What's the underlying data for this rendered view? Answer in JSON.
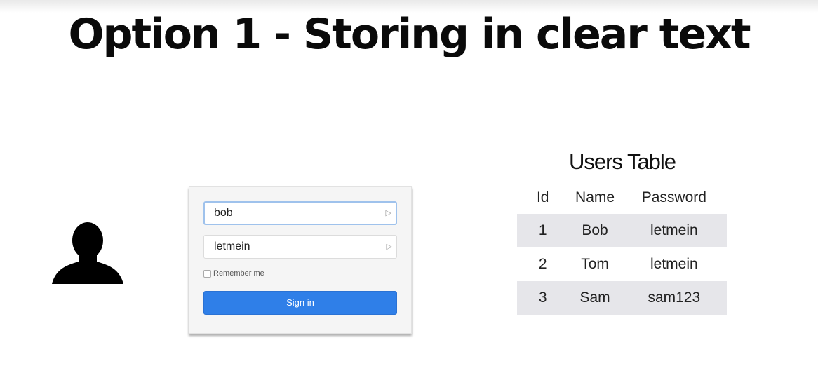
{
  "slide": {
    "title": "Option 1 - Storing in clear text"
  },
  "user_icon": "person-silhouette-icon",
  "login_form": {
    "username_value": "bob",
    "password_value": "letmein",
    "field_icon": "autofill-arrow-icon",
    "remember_label": "Remember me",
    "signin_label": "Sign in",
    "accent_color": "#2f7fe8"
  },
  "users_table": {
    "title": "Users Table",
    "columns": [
      "Id",
      "Name",
      "Password"
    ],
    "rows": [
      [
        "1",
        "Bob",
        "letmein"
      ],
      [
        "2",
        "Tom",
        "letmein"
      ],
      [
        "3",
        "Sam",
        "sam123"
      ]
    ]
  }
}
